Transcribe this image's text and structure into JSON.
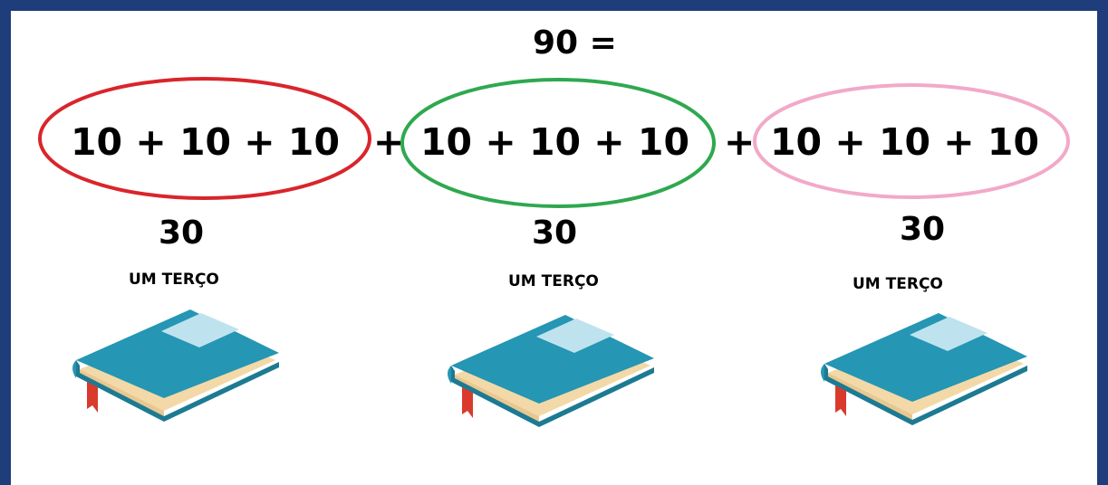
{
  "equation": {
    "total": "90 =",
    "groups": [
      {
        "expression": "10 + 10 + 10",
        "sum": "30",
        "fraction": "UM TERÇO",
        "ring_color": "#d9252b"
      },
      {
        "expression": "10 + 10 + 10",
        "sum": "30",
        "fraction": "UM TERÇO",
        "ring_color": "#2fa84f"
      },
      {
        "expression": "10 + 10 + 10",
        "sum": "30",
        "fraction": "UM TERÇO",
        "ring_color": "#f2a9c8"
      }
    ],
    "plus_sign": "+"
  },
  "colors": {
    "border": "#1f3d7a",
    "book_cover": "#2596b3",
    "book_cover_dark": "#1c7a93",
    "book_pages": "#f3d9a8",
    "book_label": "#bfe3ee",
    "bookmark": "#d93a2b"
  },
  "icons": [
    "book-icon",
    "book-icon",
    "book-icon"
  ]
}
